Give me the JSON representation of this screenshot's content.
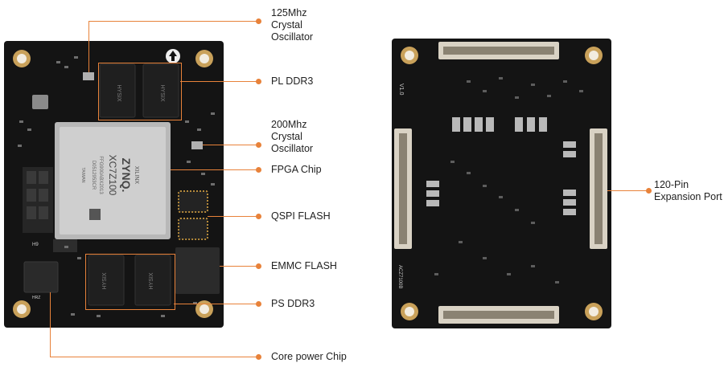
{
  "colors": {
    "callout": "#e8823a",
    "pcb": "#141414",
    "fpga_lid": "#c9c9c9",
    "gold_pad": "#c9a15a",
    "connector": "#d9d2c4",
    "text": "#222222"
  },
  "front_board": {
    "callouts": {
      "oscillator_125": "125Mhz\nCrystal\nOscillator",
      "pl_ddr3": "PL DDR3",
      "oscillator_200": "200Mhz\nCrystal\nOscillator",
      "fpga_chip": "FPGA Chip",
      "qspi_flash": "QSPI FLASH",
      "emmc_flash": "EMMC FLASH",
      "ps_ddr3": "PS DDR3",
      "core_power": "Core power  Chip"
    },
    "fpga_markings": {
      "brand_small": "XILINX",
      "brand": "ZYNQ.",
      "part": "XC7Z100",
      "line3": "FFG900ABX2013",
      "line4": "D0512953CR",
      "line5": "TAIWAN"
    },
    "ddr_marking": "HYSIX",
    "silk_top": "H9",
    "silk_bottom": "HRZ"
  },
  "back_board": {
    "callouts": {
      "expansion_port": "120-Pin\nExpansion Port"
    },
    "silk_version": "V1.0",
    "silk_model": "ACZ7100B"
  }
}
